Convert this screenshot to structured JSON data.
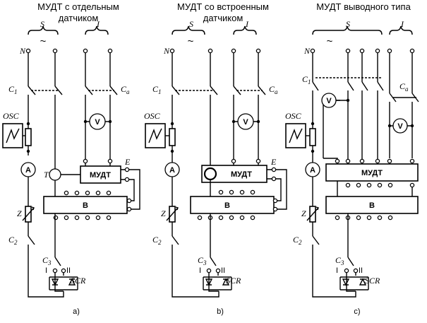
{
  "titles": {
    "a_line1": "МУДТ с отдельным",
    "a_line2": "датчиком",
    "b_line1": "МУДТ со встроенным",
    "b_line2": "датчиком",
    "c": "МУДТ выводного типа"
  },
  "captions": {
    "a": "a)",
    "b": "b)",
    "c": "c)"
  },
  "labels": {
    "S": "S",
    "I": "I",
    "tilde": "~",
    "N": "N",
    "C1_main": "C",
    "C1_sub": "1",
    "Ca_main": "C",
    "Ca_sub": "a",
    "C2_main": "C",
    "C2_sub": "2",
    "C3_main": "C",
    "C3_sub": "3",
    "OSC": "OSC",
    "A": "A",
    "V": "V",
    "T": "T",
    "E": "E",
    "Z": "Z",
    "B": "B",
    "MUDT": "МУДТ",
    "SCR": "SCR",
    "I_roman": "I",
    "II_roman": "II"
  }
}
